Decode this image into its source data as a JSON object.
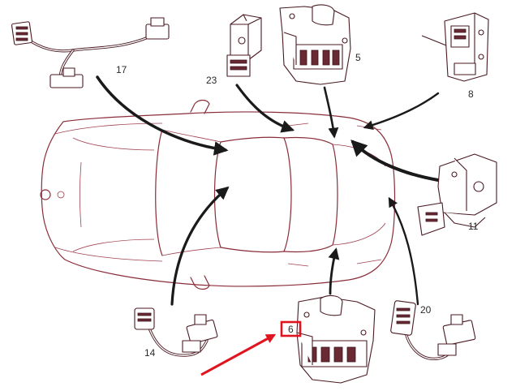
{
  "diagram": {
    "labels": {
      "p17": "17",
      "p23": "23",
      "p5": "5",
      "p8": "8",
      "p11": "11",
      "p14": "14",
      "p6": "6",
      "p20": "20"
    },
    "colors": {
      "car_outline": "#8a2d3a",
      "part_outline": "#4a1a22",
      "highlight_box": "#e0141e",
      "pointer_arrow": "#e0141e",
      "leader_arrow": "#1a1a1a"
    },
    "highlighted_label": "6"
  }
}
